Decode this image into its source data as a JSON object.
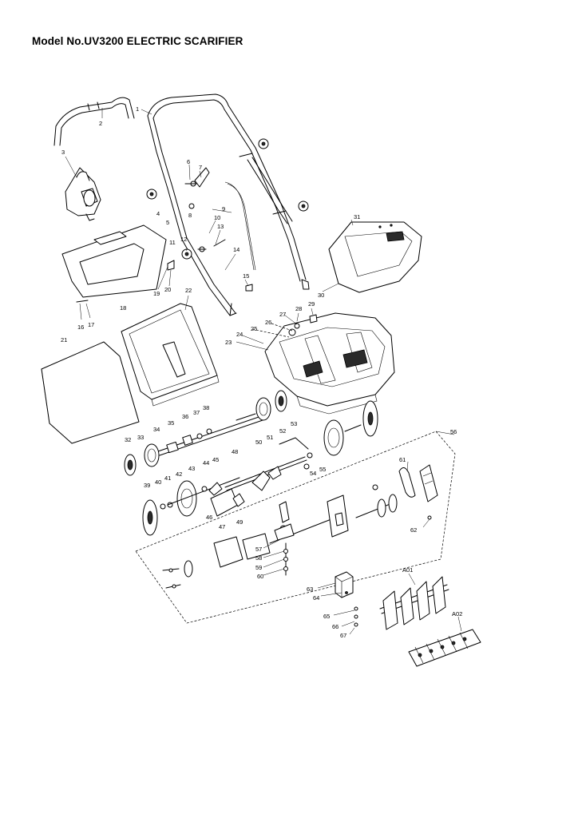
{
  "title": "Model No.UV3200 ELECTRIC SCARIFIER",
  "callouts": [
    {
      "id": "c1",
      "text": "1"
    },
    {
      "id": "c2",
      "text": "2"
    },
    {
      "id": "c3",
      "text": "3"
    },
    {
      "id": "c4",
      "text": "4"
    },
    {
      "id": "c5",
      "text": "5"
    },
    {
      "id": "c6",
      "text": "6"
    },
    {
      "id": "c7",
      "text": "7"
    },
    {
      "id": "c8",
      "text": "8"
    },
    {
      "id": "c9",
      "text": "9"
    },
    {
      "id": "c10",
      "text": "10"
    },
    {
      "id": "c11",
      "text": "11"
    },
    {
      "id": "c12",
      "text": "12"
    },
    {
      "id": "c13",
      "text": "13"
    },
    {
      "id": "c14",
      "text": "14"
    },
    {
      "id": "c15",
      "text": "15"
    },
    {
      "id": "c16",
      "text": "16"
    },
    {
      "id": "c17",
      "text": "17"
    },
    {
      "id": "c18",
      "text": "18"
    },
    {
      "id": "c19",
      "text": "19"
    },
    {
      "id": "c20",
      "text": "20"
    },
    {
      "id": "c21",
      "text": "21"
    },
    {
      "id": "c22",
      "text": "22"
    },
    {
      "id": "c23",
      "text": "23"
    },
    {
      "id": "c24",
      "text": "24"
    },
    {
      "id": "c25",
      "text": "25"
    },
    {
      "id": "c26",
      "text": "26"
    },
    {
      "id": "c27",
      "text": "27"
    },
    {
      "id": "c28",
      "text": "28"
    },
    {
      "id": "c29",
      "text": "29"
    },
    {
      "id": "c30",
      "text": "30"
    },
    {
      "id": "c31",
      "text": "31"
    },
    {
      "id": "c32",
      "text": "32"
    },
    {
      "id": "c33",
      "text": "33"
    },
    {
      "id": "c34",
      "text": "34"
    },
    {
      "id": "c35",
      "text": "35"
    },
    {
      "id": "c36",
      "text": "36"
    },
    {
      "id": "c37",
      "text": "37"
    },
    {
      "id": "c38",
      "text": "38"
    },
    {
      "id": "c39",
      "text": "39"
    },
    {
      "id": "c40",
      "text": "40"
    },
    {
      "id": "c41",
      "text": "41"
    },
    {
      "id": "c42",
      "text": "42"
    },
    {
      "id": "c43",
      "text": "43"
    },
    {
      "id": "c44",
      "text": "44"
    },
    {
      "id": "c45",
      "text": "45"
    },
    {
      "id": "c46",
      "text": "46"
    },
    {
      "id": "c47",
      "text": "47"
    },
    {
      "id": "c48",
      "text": "48"
    },
    {
      "id": "c49",
      "text": "49"
    },
    {
      "id": "c50",
      "text": "50"
    },
    {
      "id": "c51",
      "text": "51"
    },
    {
      "id": "c52",
      "text": "52"
    },
    {
      "id": "c53",
      "text": "53"
    },
    {
      "id": "c54",
      "text": "54"
    },
    {
      "id": "c55",
      "text": "55"
    },
    {
      "id": "c56",
      "text": "56"
    },
    {
      "id": "c57",
      "text": "57"
    },
    {
      "id": "c58",
      "text": "58"
    },
    {
      "id": "c59",
      "text": "59"
    },
    {
      "id": "c60",
      "text": "60"
    },
    {
      "id": "c61",
      "text": "61"
    },
    {
      "id": "c62",
      "text": "62"
    },
    {
      "id": "c63",
      "text": "63"
    },
    {
      "id": "c64",
      "text": "64"
    },
    {
      "id": "c65",
      "text": "65"
    },
    {
      "id": "c66",
      "text": "66"
    },
    {
      "id": "c67",
      "text": "67"
    },
    {
      "id": "cA01",
      "text": "A01"
    },
    {
      "id": "cA02",
      "text": "A02"
    }
  ],
  "colors": {
    "ink": "#000000",
    "paper": "#ffffff"
  }
}
